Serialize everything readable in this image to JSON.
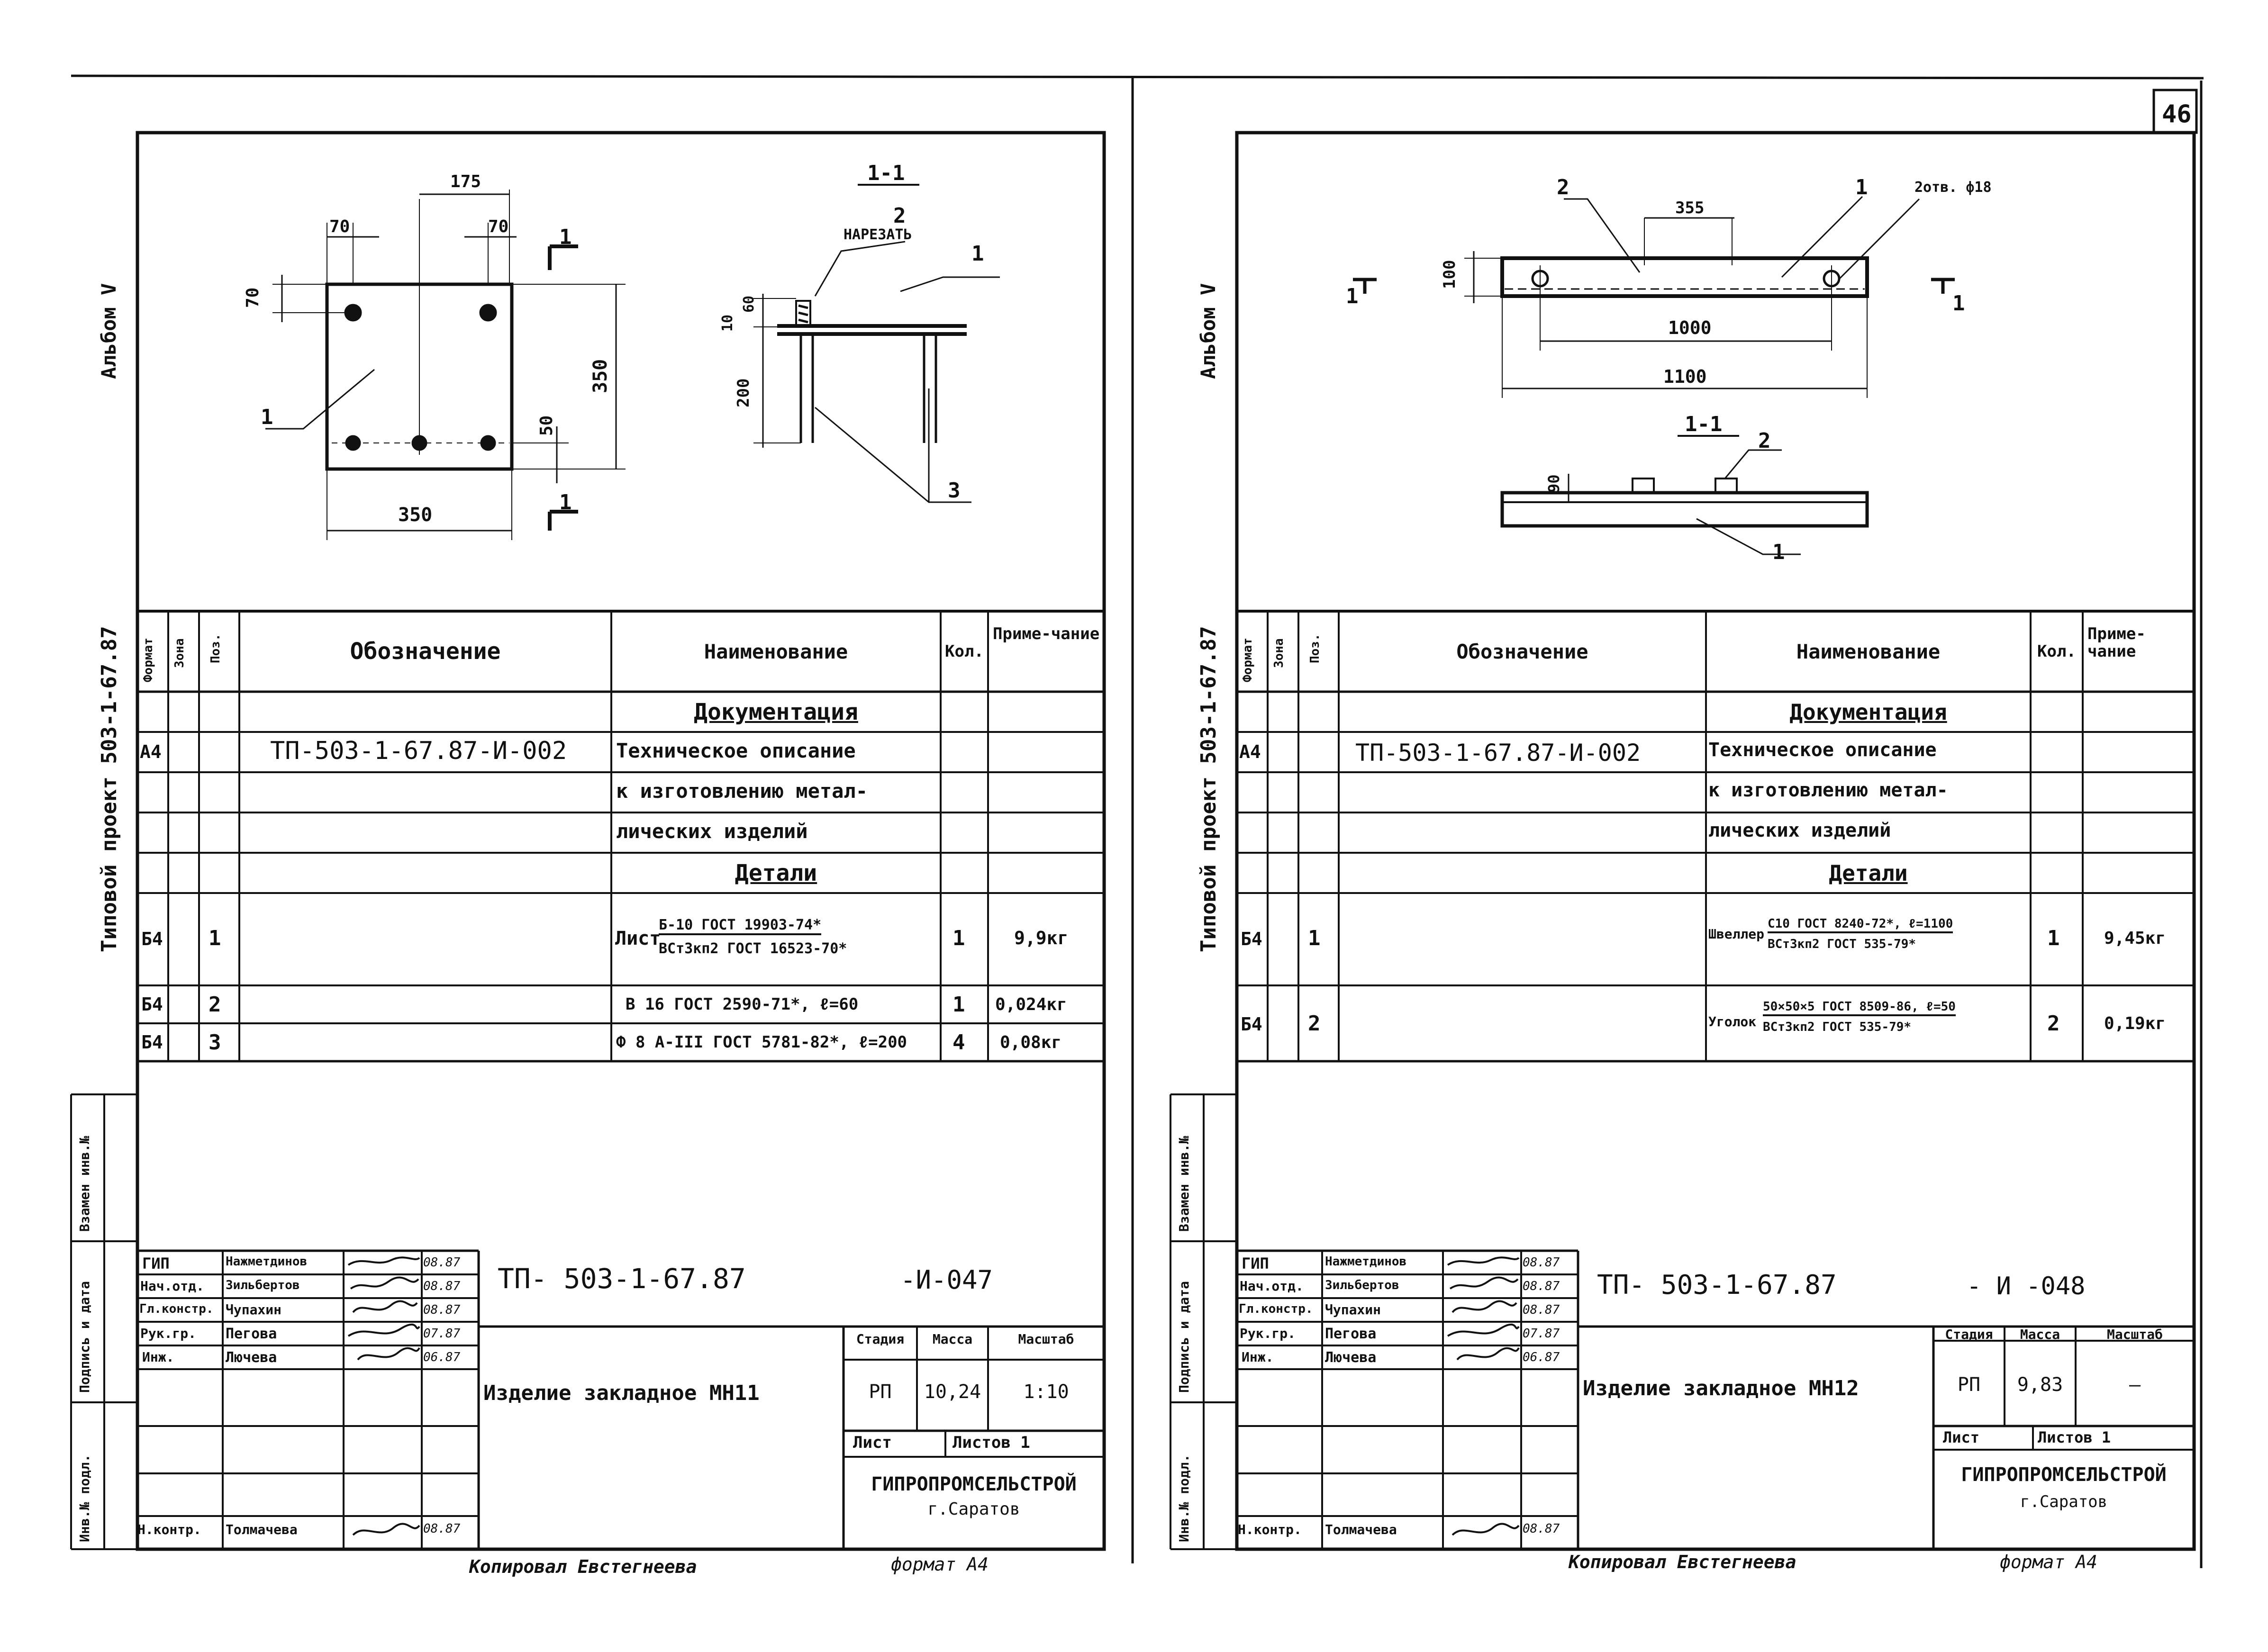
{
  "sheet_number": "46",
  "left": {
    "album": "Альбом V",
    "project": "Типовой проект  503-1-67.87",
    "stamp_cells": [
      "Взамен инв.№",
      "Подпись и дата",
      "Инв.№ подл."
    ],
    "drawing": {
      "dims": {
        "d175": "175",
        "d70a": "70",
        "d70b": "70",
        "d70c": "70",
        "d350v": "350",
        "d350h": "350",
        "d50": "50",
        "d10": "10",
        "d60": "60",
        "d200": "200"
      },
      "callouts": {
        "c1": "1",
        "c2": "2",
        "c3": "3",
        "c1b": "1"
      },
      "section_mark": "1",
      "section_title": "1-1",
      "note": "НАРЕЗАТЬ"
    },
    "spec": {
      "headers": {
        "format": "Формат",
        "zone": "Зона",
        "pos": "Поз.",
        "designation": "Обозначение",
        "name": "Наименование",
        "qty": "Кол.",
        "note": "Приме-чание"
      },
      "section_docs": "Документация",
      "section_parts": "Детали",
      "doc_row": {
        "format": "А4",
        "designation": "ТП-503-1-67.87-И-002",
        "name_lines": [
          "Техническое описание",
          "к изготовлению метал-",
          "лических изделий"
        ]
      },
      "rows": [
        {
          "format": "Б4",
          "pos": "1",
          "name_prefix": "Лист",
          "name_top": "Б-10 ГОСТ 19903-74*",
          "name_bottom": "ВСт3кп2 ГОСТ 16523-70*",
          "qty": "1",
          "note": "9,9кг"
        },
        {
          "format": "Б4",
          "pos": "2",
          "name": "В 16 ГОСТ 2590-71*, ℓ=60",
          "qty": "1",
          "note": "0,024кг"
        },
        {
          "format": "Б4",
          "pos": "3",
          "name": "Ф 8 А-III ГОСТ 5781-82*, ℓ=200",
          "qty": "4",
          "note": "0,08кг"
        }
      ]
    },
    "title_block": {
      "roles": [
        "ГИП",
        "Нач.отд.",
        "Гл.констр.",
        "Рук.гр.",
        "Инж."
      ],
      "names": [
        "Нажметдинов",
        "Зильбертов",
        "Чупахин",
        "Пегова",
        "Лючева"
      ],
      "dates": [
        "08.87",
        "08.87",
        "08.87",
        "07.87",
        "06.87"
      ],
      "ncontr_role": "Н.контр.",
      "ncontr_name": "Толмачева",
      "ncontr_date": "08.87",
      "code": "ТП- 503-1-67.87",
      "code_suffix": "-И-047",
      "title": "Изделие закладное МН11",
      "h_stage": "Стадия",
      "h_mass": "Масса",
      "h_scale": "Масштаб",
      "stage": "РП",
      "mass": "10,24",
      "scale": "1:10",
      "sheet_label": "Лист",
      "sheets_label": "Листов 1",
      "org": "ГИПРОПРОМСЕЛЬСТРОЙ",
      "city": "г.Саратов"
    },
    "footer_copy": "Копировал Евстегнеева",
    "footer_format": "формат А4"
  },
  "right": {
    "album": "Альбом V",
    "project": "Типовой проект  503-1-67.87",
    "stamp_cells": [
      "Взамен инв.№",
      "Подпись и дата",
      "Инв.№ подл."
    ],
    "drawing": {
      "dims": {
        "d355": "355",
        "d100": "100",
        "d1000": "1000",
        "d1100": "1100",
        "d90": "90"
      },
      "callouts": {
        "c2": "2",
        "c1": "1",
        "c2b": "2",
        "c1b": "1"
      },
      "holes": "2отв. ф18",
      "section_mark": "1",
      "section_title": "1-1"
    },
    "spec": {
      "headers": {
        "format": "Формат",
        "zone": "Зона",
        "pos": "Поз.",
        "designation": "Обозначение",
        "name": "Наименование",
        "qty": "Кол.",
        "note": "Приме-чание"
      },
      "section_docs": "Документация",
      "section_parts": "Детали",
      "doc_row": {
        "format": "А4",
        "designation": "ТП-503-1-67.87-И-002",
        "name_lines": [
          "Техническое описание",
          "к изготовлению метал-",
          "лических изделий"
        ]
      },
      "rows": [
        {
          "format": "Б4",
          "pos": "1",
          "name_prefix": "Швеллер",
          "name_top": "С10 ГОСТ 8240-72*, ℓ=1100",
          "name_bottom": "ВСт3кп2 ГОСТ 535-79*",
          "qty": "1",
          "note": "9,45кг"
        },
        {
          "format": "Б4",
          "pos": "2",
          "name_prefix": "Уголок",
          "name_top": "50×50×5 ГОСТ 8509-86, ℓ=50",
          "name_bottom": "ВСт3кп2 ГОСТ 535-79*",
          "qty": "2",
          "note": "0,19кг"
        }
      ]
    },
    "title_block": {
      "roles": [
        "ГИП",
        "Нач.отд.",
        "Гл.констр.",
        "Рук.гр.",
        "Инж."
      ],
      "names": [
        "Нажметдинов",
        "Зильбертов",
        "Чупахин",
        "Пегова",
        "Лючева"
      ],
      "dates": [
        "08.87",
        "08.87",
        "08.87",
        "07.87",
        "06.87"
      ],
      "ncontr_role": "Н.контр.",
      "ncontr_name": "Толмачева",
      "ncontr_date": "08.87",
      "code": "ТП- 503-1-67.87",
      "code_suffix": "- И -048",
      "title": "Изделие закладное МН12",
      "h_stage": "Стадия",
      "h_mass": "Масса",
      "h_scale": "Масштаб",
      "stage": "РП",
      "mass": "9,83",
      "scale": "—",
      "sheet_label": "Лист",
      "sheets_label": "Листов 1",
      "org": "ГИПРОПРОМСЕЛЬСТРОЙ",
      "city": "г.Саратов"
    },
    "footer_copy": "Копировал Евстегнеева",
    "footer_format": "формат А4"
  }
}
